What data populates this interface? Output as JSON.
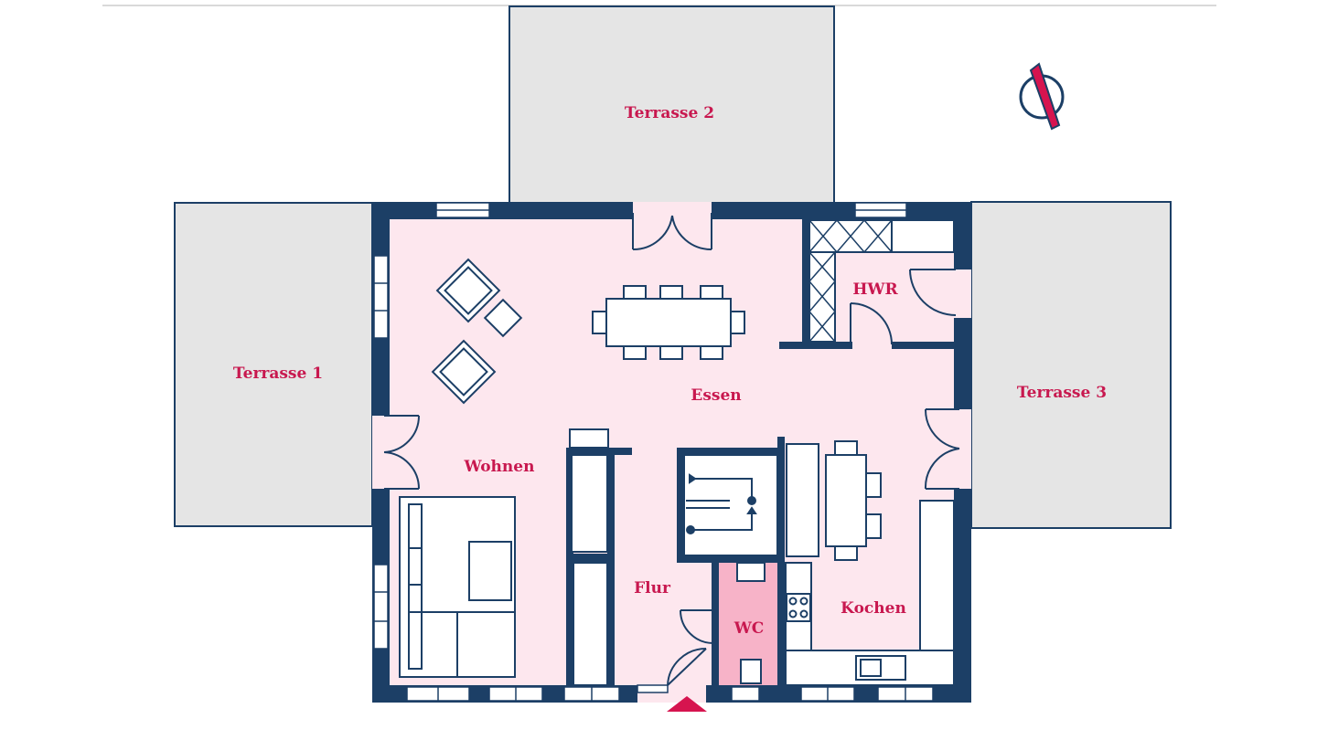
{
  "colors": {
    "wall": "#1c3f66",
    "floor": "#fde7ee",
    "wc_floor": "#f7b3c8",
    "terrace": "#e5e5e5",
    "label": "#c8184f",
    "accent": "#d6144f"
  },
  "compass": {
    "icon": "north-arrow-icon"
  },
  "entrance": {
    "icon": "entrance-arrow-icon"
  },
  "rooms": {
    "terrasse1": "Terrasse 1",
    "terrasse2": "Terrasse 2",
    "terrasse3": "Terrasse 3",
    "wohnen": "Wohnen",
    "essen": "Essen",
    "hwr": "HWR",
    "flur": "Flur",
    "wc": "WC",
    "kochen": "Kochen"
  }
}
